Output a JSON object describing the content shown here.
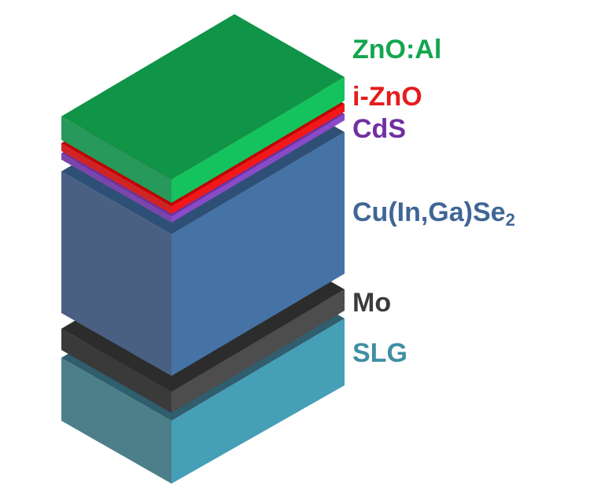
{
  "layers": [
    {
      "id": "slg",
      "label": "SLG",
      "top": "#2f5e6e",
      "left": "#4d7f8b",
      "right": "#459fb7",
      "text_color": "#3f8ea3"
    },
    {
      "id": "mo",
      "label": "Mo",
      "top": "#2c2c2c",
      "left": "#3a3a3a",
      "right": "#4d4d4d",
      "text_color": "#3b3b3b"
    },
    {
      "id": "cigs",
      "label_main": "Cu(In,Ga)Se",
      "label_sub": "2",
      "top": "#2e5077",
      "left": "#4a6082",
      "right": "#4673a6",
      "text_color": "#3f6694"
    },
    {
      "id": "cds",
      "label": "CdS",
      "top": "#7030a0",
      "left": "#7a46ab",
      "right": "#8a4ac8",
      "text_color": "#7030a0"
    },
    {
      "id": "izno",
      "label": "i-ZnO",
      "top": "#c00000",
      "left": "#d02424",
      "right": "#f01818",
      "text_color": "#e41c1c"
    },
    {
      "id": "zno-al",
      "label": "ZnO:Al",
      "top": "#109448",
      "left": "#27995a",
      "right": "#14c35e",
      "text_color": "#12a64e"
    }
  ]
}
